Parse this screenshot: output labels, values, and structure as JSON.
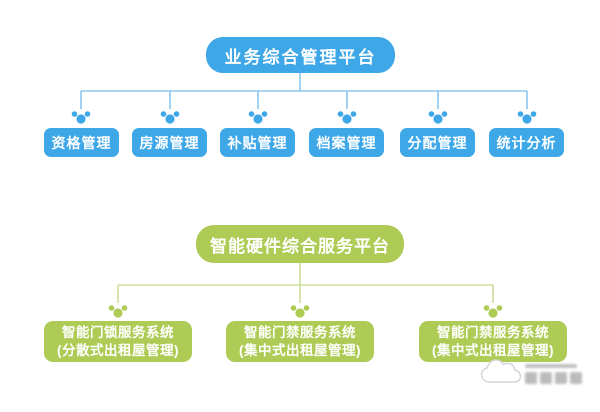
{
  "colors": {
    "background": "#FFFFFF",
    "blue": "#3EA7E8",
    "blue_line": "#8AC7EE",
    "green": "#AECB55",
    "green_line": "#CDDE9C",
    "node_text": "#FFFFFF",
    "watermark_gray": "#ABABAB"
  },
  "tree1": {
    "root": "业务综合管理平台",
    "children": [
      "资格管理",
      "房源管理",
      "补贴管理",
      "档案管理",
      "分配管理",
      "统计分析"
    ]
  },
  "tree2": {
    "root": "智能硬件综合服务平台",
    "children": [
      {
        "line1": "智能门锁服务系统",
        "line2": "(分散式出租屋管理)"
      },
      {
        "line1": "智能门禁服务系统",
        "line2": "(集中式出租屋管理)"
      },
      {
        "line1": "智能门禁服务系统",
        "line2": "(集中式出租屋管理)"
      }
    ]
  },
  "watermark": {
    "icon": "cloud-logo-icon"
  }
}
